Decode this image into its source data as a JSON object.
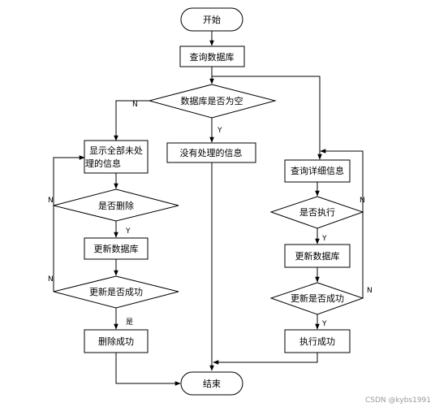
{
  "nodes": {
    "start": "开始",
    "query_db": "查询数据库",
    "db_empty": "数据库是否为空",
    "no_info": "没有处理的信息",
    "show_all_line1": "显示全部未处",
    "show_all_line2": "理的信息",
    "delete_decision": "是否删除",
    "update_db_left": "更新数据库",
    "update_ok_left": "更新是否成功",
    "delete_ok": "删除成功",
    "end": "结束",
    "query_detail": "查询详细信息",
    "execute_decision": "是否执行",
    "update_db_right": "更新数据库",
    "update_ok_right": "更新是否成功",
    "execute_ok": "执行成功"
  },
  "edge_labels": {
    "db_empty_n": "N",
    "db_empty_y": "Y",
    "delete_y": "Y",
    "delete_n": "N",
    "update_left_n": "N",
    "update_left_yes": "是",
    "execute_y": "Y",
    "execute_n": "N",
    "update_right_n": "N",
    "update_right_y": "Y"
  },
  "watermark": "CSDN @kybs1991"
}
